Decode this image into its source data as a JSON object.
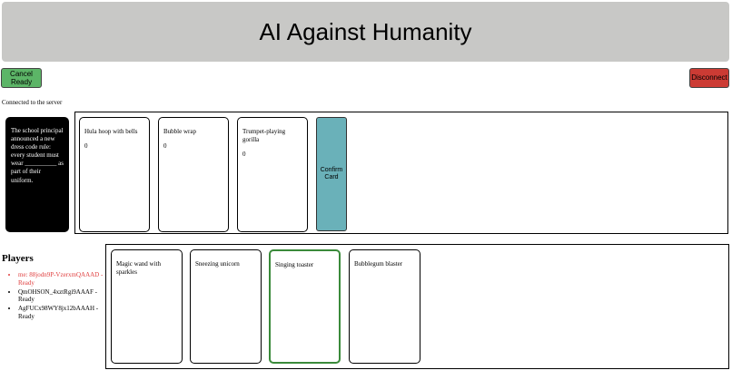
{
  "header": {
    "title": "AI Against Humanity"
  },
  "buttons": {
    "cancel_ready": "Cancel Ready",
    "disconnect": "Disconnect",
    "confirm_card": "Confirm Card"
  },
  "status": "Connected to the server",
  "black_card": {
    "text": "The school principal announced a new dress code rule: every student must wear __________ as part of their uniform."
  },
  "submitted_cards": [
    {
      "text": "Hula hoop with bells",
      "votes": "0"
    },
    {
      "text": "Bubble wrap",
      "votes": "0"
    },
    {
      "text": "Trumpet-playing gorilla",
      "votes": "0"
    }
  ],
  "players": {
    "title": "Players",
    "list": [
      {
        "text": "me: 88jodn9P-VzerxmQAAAD - Ready",
        "is_me": true
      },
      {
        "text": "QmOHSON_4xztRgi9AAAF - Ready",
        "is_me": false
      },
      {
        "text": "AgFUCx98WY8jx12bAAAH - Ready",
        "is_me": false
      }
    ]
  },
  "hand": [
    {
      "text": "Magic wand with sparkles",
      "selected": false
    },
    {
      "text": "Sneezing unicorn",
      "selected": false
    },
    {
      "text": "Singing toaster",
      "selected": true
    },
    {
      "text": "Bubblegum blaster",
      "selected": false
    }
  ],
  "colors": {
    "header_bg": "#c8c8c6",
    "ready_button": "#5cb567",
    "disconnect_button": "#cc3b34",
    "confirm_button": "#6ab1b9",
    "selected_card_border": "#3a8a3a",
    "me_player": "#e04040"
  }
}
